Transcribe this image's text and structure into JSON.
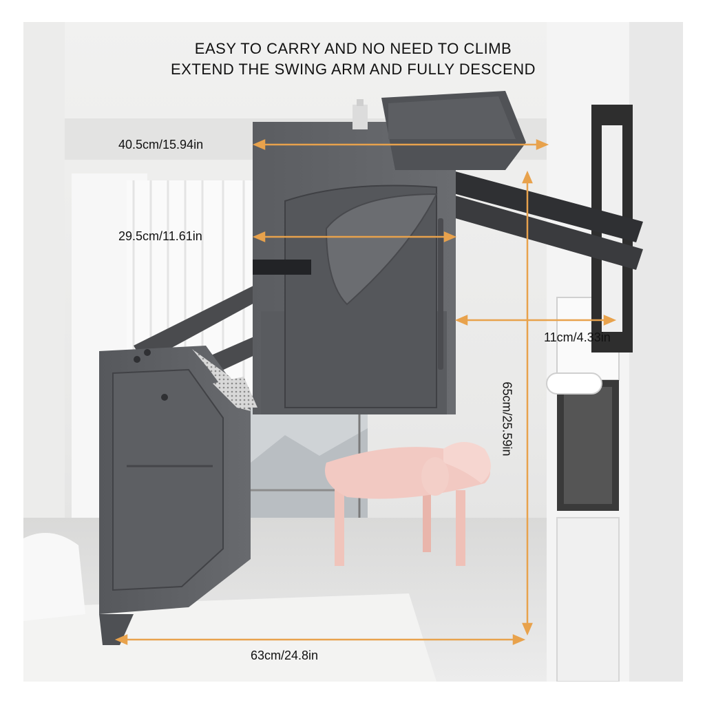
{
  "headline": {
    "line1": "EASY TO CARRY AND NO NEED TO CLIMB",
    "line2": "EXTEND THE SWING ARM AND FULLY DESCEND"
  },
  "dimensions": {
    "top_width": "40.5cm/15.94in",
    "inner_width": "29.5cm/11.61in",
    "depth": "11cm/4.33in",
    "height": "65cm/25.59in",
    "base_width": "63cm/24.8in"
  },
  "colors": {
    "dimension_arrow": "#e8a24c",
    "cabinet_gray": "#5d5f63",
    "chair_pink": "#f2c9c2"
  }
}
